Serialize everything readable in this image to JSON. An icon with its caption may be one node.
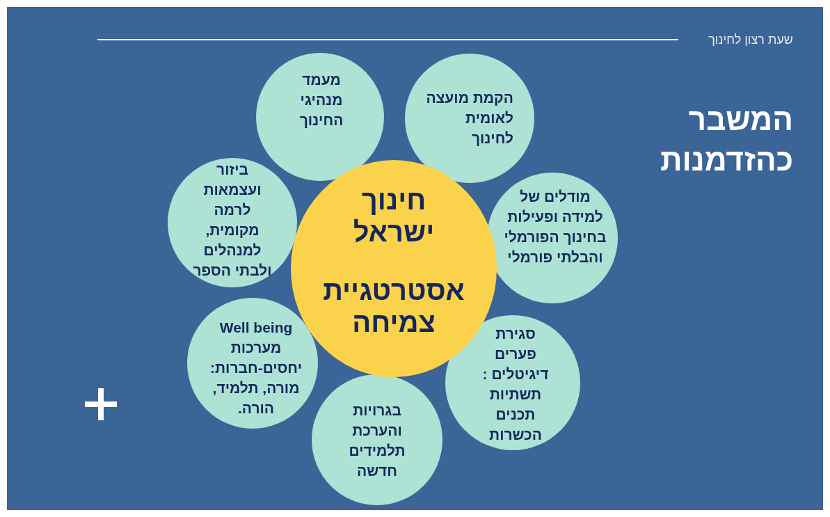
{
  "diagram": {
    "title": "המשבר כהזדמנות",
    "nodes": [
      {
        "text": [
          "חינוך ישראל",
          "אסטרטגיית צמיחה"
        ]
      },
      {
        "text": [
          "מעמד מנהיגי החינוך"
        ]
      },
      {
        "text": [
          "הקמת מועצה לאומית לחינוך"
        ]
      },
      {
        "text": [
          "מודלים של למידה ופעילות בחינוך הפורמלי והבלתי פורמלי"
        ]
      },
      {
        "text": [
          "סגירת פערים דיגיטלים : תשתיות תכנים הכשרות"
        ]
      },
      {
        "text": [
          "בגרויות והערכת תלמידים חדשה"
        ]
      },
      {
        "text": [
          "Well being מערכות יחסים-חברות: מורה, תלמיד, הורה."
        ]
      },
      {
        "text": [
          "ביזור ועצמאות לרמה מקומית, למנהלים ולבתי הספר"
        ]
      }
    ],
    "labels": [
      "שעת רצון לחינוך"
    ]
  }
}
